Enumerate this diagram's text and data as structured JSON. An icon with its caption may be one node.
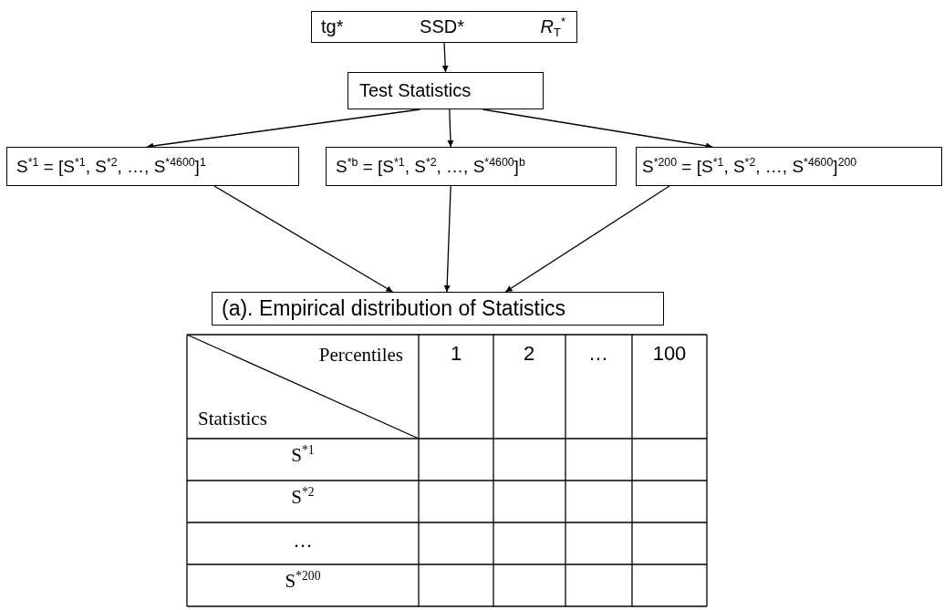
{
  "diagram": {
    "nodes": [
      {
        "text": [
          "tg*",
          "SSD*",
          "*R*$_{T}$$^{*}$"
        ]
      },
      {
        "text": [
          "Test Statistics"
        ]
      },
      {
        "text": [
          "S$^{*1}$ = [S$^{*1}$, S$^{*2}$, …, S$^{*4600}$]$^{1}$"
        ]
      },
      {
        "text": [
          "S$^{*b}$ = [S$^{*1}$, S$^{*2}$, …, S$^{*4600}$]$^{b}$"
        ]
      },
      {
        "text": [
          "S$^{*200}$ = [S$^{*1}$, S$^{*2}$, …, S$^{*4600}$]$^{200}$"
        ]
      },
      {
        "text": [
          "(a). Empirical distribution of Statistics"
        ]
      }
    ],
    "edges": [
      {
        "from": 0,
        "to": 1,
        "arrow": "to"
      },
      {
        "from": 1,
        "to": 2,
        "arrow": "to"
      },
      {
        "from": 1,
        "to": 3,
        "arrow": "to"
      },
      {
        "from": 1,
        "to": 4,
        "arrow": "to"
      },
      {
        "from": 2,
        "to": 5,
        "arrow": "to"
      },
      {
        "from": 3,
        "to": 5,
        "arrow": "to"
      },
      {
        "from": 4,
        "to": 5,
        "arrow": "to"
      }
    ],
    "labels": [
      "Percentiles",
      "Statistics",
      "1",
      "2",
      "…",
      "100",
      "S$^{*1}$",
      "S$^{*2}$",
      "…",
      "S$^{*200}$"
    ]
  }
}
